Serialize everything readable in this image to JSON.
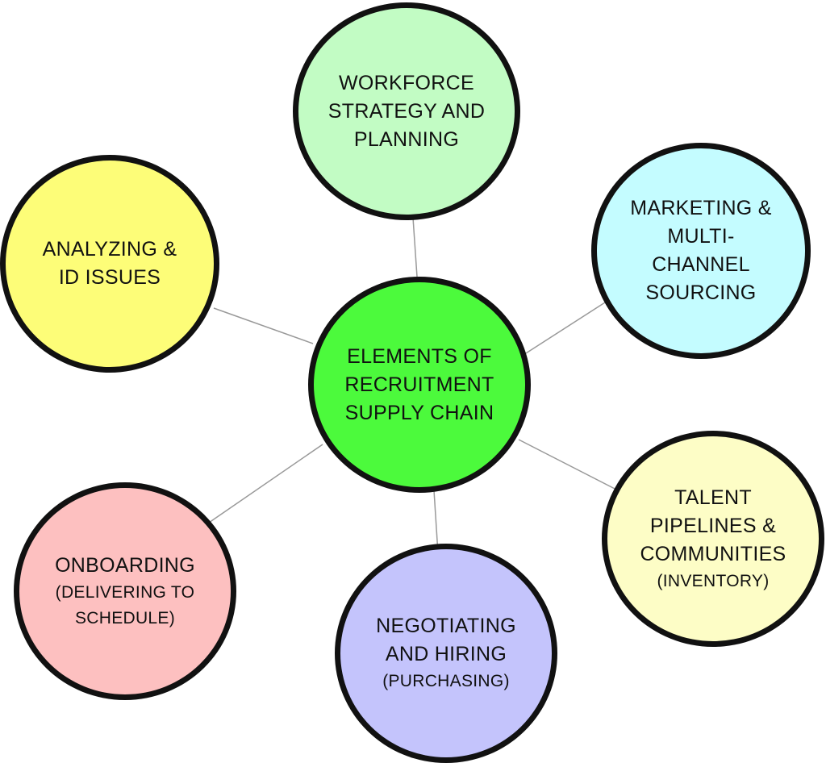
{
  "center": {
    "lines": [
      "ELEMENTS OF",
      "RECRUITMENT",
      "SUPPLY CHAIN"
    ],
    "color": "#4cfa3c"
  },
  "nodes": {
    "strategy": {
      "lines": [
        "WORKFORCE",
        "STRATEGY AND",
        "PLANNING"
      ],
      "color": "#c2fcc4"
    },
    "marketing": {
      "lines": [
        "MARKETING &",
        "MULTI-",
        "CHANNEL",
        "SOURCING"
      ],
      "color": "#c4fcff"
    },
    "analyzing": {
      "lines": [
        "ANALYZING &",
        "ID ISSUES"
      ],
      "color": "#fdfd78"
    },
    "talent": {
      "lines": [
        "TALENT",
        "PIPELINES &",
        "COMMUNITIES"
      ],
      "sub": "(INVENTORY)",
      "color": "#fdfdc6"
    },
    "onboarding": {
      "lines": [
        "ONBOARDING"
      ],
      "sub_lines": [
        "(DELIVERING TO",
        "SCHEDULE)"
      ],
      "color": "#fdc0c0"
    },
    "negotiating": {
      "lines": [
        "NEGOTIATING",
        "AND HIRING"
      ],
      "sub": "(PURCHASING)",
      "color": "#c4c4fc"
    }
  },
  "connector_color": "#999999",
  "border_color": "#111111"
}
